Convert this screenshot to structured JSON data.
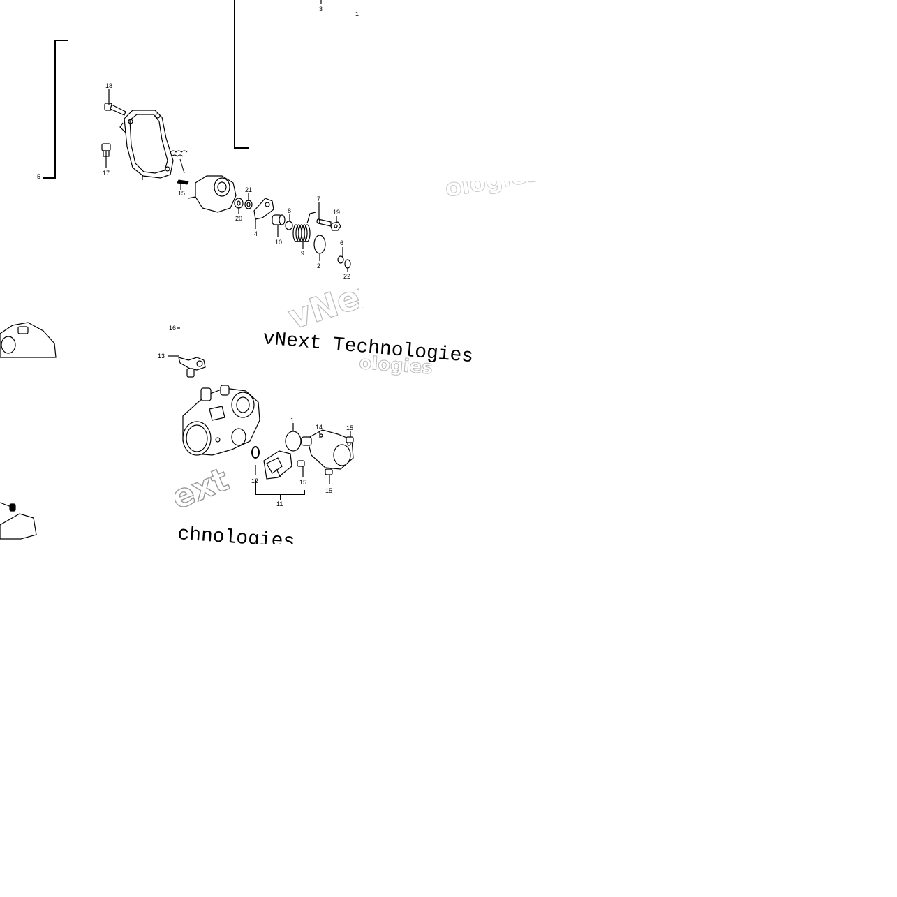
{
  "diagram": {
    "callouts": [
      "1",
      "2",
      "3",
      "4",
      "5",
      "6",
      "7",
      "8",
      "9",
      "10",
      "11",
      "12",
      "13",
      "14",
      "15",
      "16",
      "17",
      "18",
      "19",
      "20",
      "21",
      "22"
    ],
    "watermark": {
      "text_a": "vNext Technologies",
      "text_b": "vNext",
      "text_c": "ext",
      "text_d": "chnologies",
      "text_e": "ologies",
      "text_f": "ologies"
    }
  }
}
